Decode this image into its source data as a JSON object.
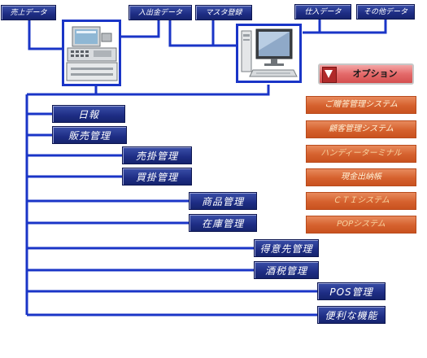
{
  "top_buttons": [
    {
      "label": "売上データ"
    },
    {
      "label": "入出金データ"
    },
    {
      "label": "マスタ登録"
    },
    {
      "label": "仕入データ"
    },
    {
      "label": "その他データ"
    }
  ],
  "devices": {
    "pos_register": "pos-register-icon",
    "desktop_pc": "desktop-pc-icon"
  },
  "modules": [
    {
      "label": "日報"
    },
    {
      "label": "販売管理"
    },
    {
      "label": "売掛管理"
    },
    {
      "label": "買掛管理"
    },
    {
      "label": "商品管理"
    },
    {
      "label": "在庫管理"
    },
    {
      "label": "得意先管理"
    },
    {
      "label": "酒税管理"
    },
    {
      "label": "POS管理"
    },
    {
      "label": "便利な機能"
    }
  ],
  "options": {
    "button_label": "オプション",
    "items": [
      {
        "label": "ご贈答管理システム"
      },
      {
        "label": "顧客管理システム"
      },
      {
        "label": "ハンディーターミナル"
      },
      {
        "label": "現金出納帳"
      },
      {
        "label": "ＣＴＩシステム"
      },
      {
        "label": "POPシステム"
      }
    ]
  },
  "colors": {
    "connector": "#1a35c7",
    "module_fill": "#1e2d84",
    "option_fill": "#d5612e",
    "option_button": "#e46a6a"
  }
}
